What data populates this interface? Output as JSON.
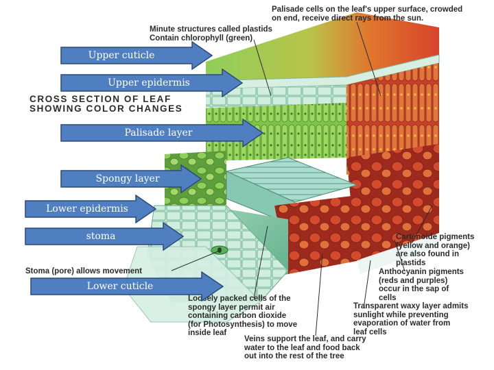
{
  "diagram": {
    "title": "CROSS SECTION OF LEAF\nSHOWING COLOR CHANGES",
    "arrow_labels": {
      "upper_cuticle": "Upper cuticle",
      "upper_epidermis": "Upper epidermis",
      "palisade_layer": "Palisade layer",
      "spongy_layer": "Spongy layer",
      "lower_epidermis": "Lower epidermis",
      "stoma": "stoma",
      "lower_cuticle": "Lower cuticle"
    },
    "captions": {
      "palisade_cells": "Palisade cells on the leaf's upper surface, crowded\non end, receive direct rays from the sun.",
      "plastids": "Minute structures called plastids\nContain chlorophyll (green)",
      "cartenoide": "Cartenoide pigments\n(yellow and orange)\nare also found in\nplastids",
      "anthocyanin": "Anthocyanin pigments\n(reds and purples)\noccur in the sap of\ncells",
      "waxy_layer": "Transparent waxy layer admits\nsunlight while preventing\nevaporation of water from\nleaf cells",
      "spongy_cells": "Loosely packed cells of the\nspongy layer permit air\ncontaining carbon dioxide\n(for Photosynthesis) to move\ninside leaf",
      "veins": "Veins support the leaf, and carry\nwater to the leaf and food back\nout into the rest of the tree",
      "stoma_pore": "Stoma (pore) allows movement"
    },
    "colors": {
      "arrow_fill": "#4f7fc0",
      "arrow_stroke": "#2c4a78",
      "leaf_green": "#7cc043",
      "leaf_red": "#d8432b",
      "leaf_orange": "#e58a2a",
      "spongy_teal": "#7fc7a3",
      "vein_cyan": "#a9dccd"
    }
  }
}
